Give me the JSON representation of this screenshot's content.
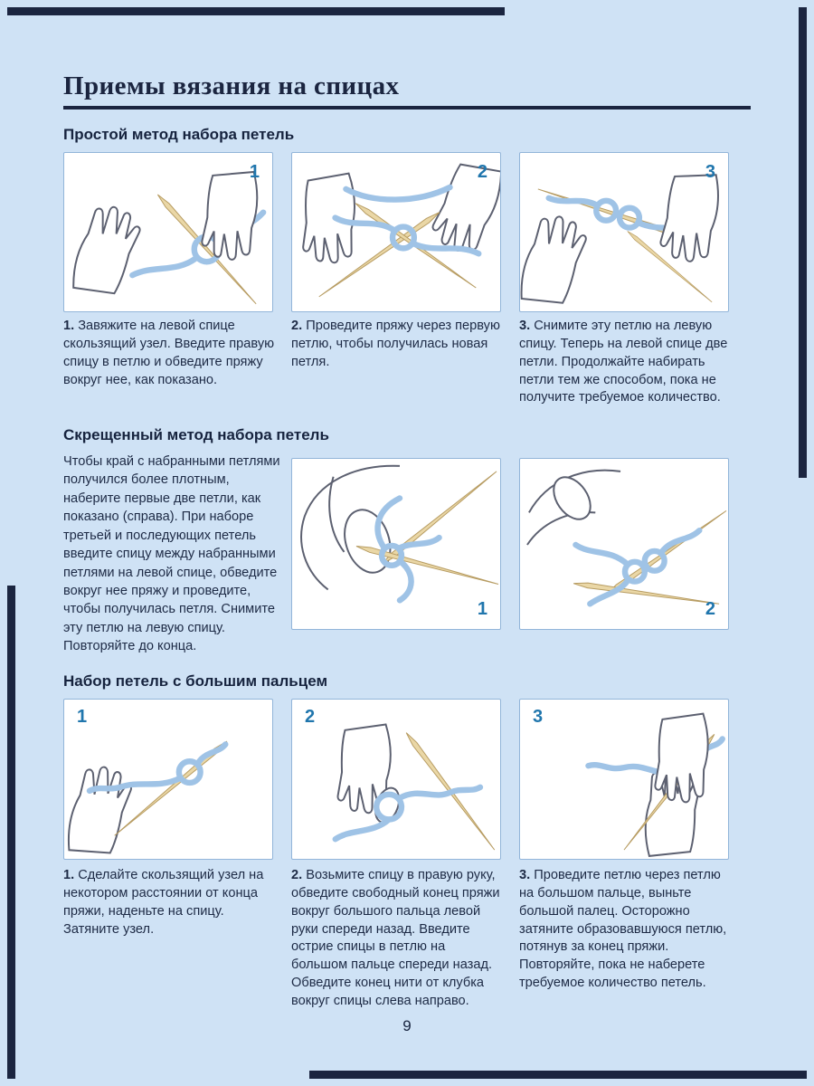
{
  "colors": {
    "background": "#cfe2f5",
    "frame": "#1b2540",
    "text": "#1d2a45",
    "step_number_accent": "#2076ad",
    "yarn": "#9fc3e6",
    "needle": "#ead7a6",
    "box_border": "#92b5d9"
  },
  "header": {
    "title": "Приемы вязания на спицах"
  },
  "footer": {
    "page_number": "9"
  },
  "section_simple": {
    "heading": "Простой метод набора петель",
    "steps": [
      {
        "num": "1",
        "lead": "1.",
        "text": "Завяжите на левой спице скользящий узел. Введите правую спицу в петлю и обведите пряжу вокруг нее, как показано.",
        "illustration": "two-hands-wrapping-yarn-around-needle"
      },
      {
        "num": "2",
        "lead": "2.",
        "text": "Проведите пряжу через первую петлю, чтобы получилась новая петля.",
        "illustration": "hands-pulling-yarn-through-loop-with-crossed-needles"
      },
      {
        "num": "3",
        "lead": "3.",
        "text": "Снимите эту петлю на левую спицу. Теперь на левой спице две петли. Продолжайте набирать петли тем же способом, пока не получите требуемое количество.",
        "illustration": "hands-slipping-new-loop-onto-left-needle"
      }
    ]
  },
  "section_crossed": {
    "heading": "Скрещенный метод набора петель",
    "body": "Чтобы край с набранными петлями получился более плотным, наберите первые две петли, как показано (справа). При наборе третьей и последующих петель введите спицу между набранными петлями на левой спице, обведите вокруг нее пряжу и проведите, чтобы получилась петля. Снимите эту петлю на левую спицу. Повторяйте до конца.",
    "steps": [
      {
        "num": "1",
        "illustration": "close-up-needle-inserted-between-stitches"
      },
      {
        "num": "2",
        "illustration": "close-up-yarn-wrapped-around-crossed-needles"
      }
    ]
  },
  "section_thumb": {
    "heading": "Набор петель с большим пальцем",
    "steps": [
      {
        "num": "1",
        "lead": "1.",
        "text": "Сделайте скользящий узел на некотором расстоянии от конца пряжи, наденьте на спицу. Затяните узел.",
        "illustration": "hand-holding-needle-with-slip-knot"
      },
      {
        "num": "2",
        "lead": "2.",
        "text": "Возьмите спицу в правую руку, обведите свободный конец пряжи вокруг большого пальца левой руки спереди назад. Введите острие спицы в петлю на большом пальце спереди назад. Обведите конец нити от клубка вокруг спицы слева направо.",
        "illustration": "yarn-wrapped-around-thumb-needle-inserted"
      },
      {
        "num": "3",
        "lead": "3.",
        "text": "Проведите петлю через петлю на большом пальце, выньте большой палец. Осторожно затяните образовавшуюся петлю, потянув за конец пряжи. Повторяйте, пока не наберете требуемое количество петель.",
        "illustration": "pulling-loop-through-thumb-loop"
      }
    ]
  }
}
